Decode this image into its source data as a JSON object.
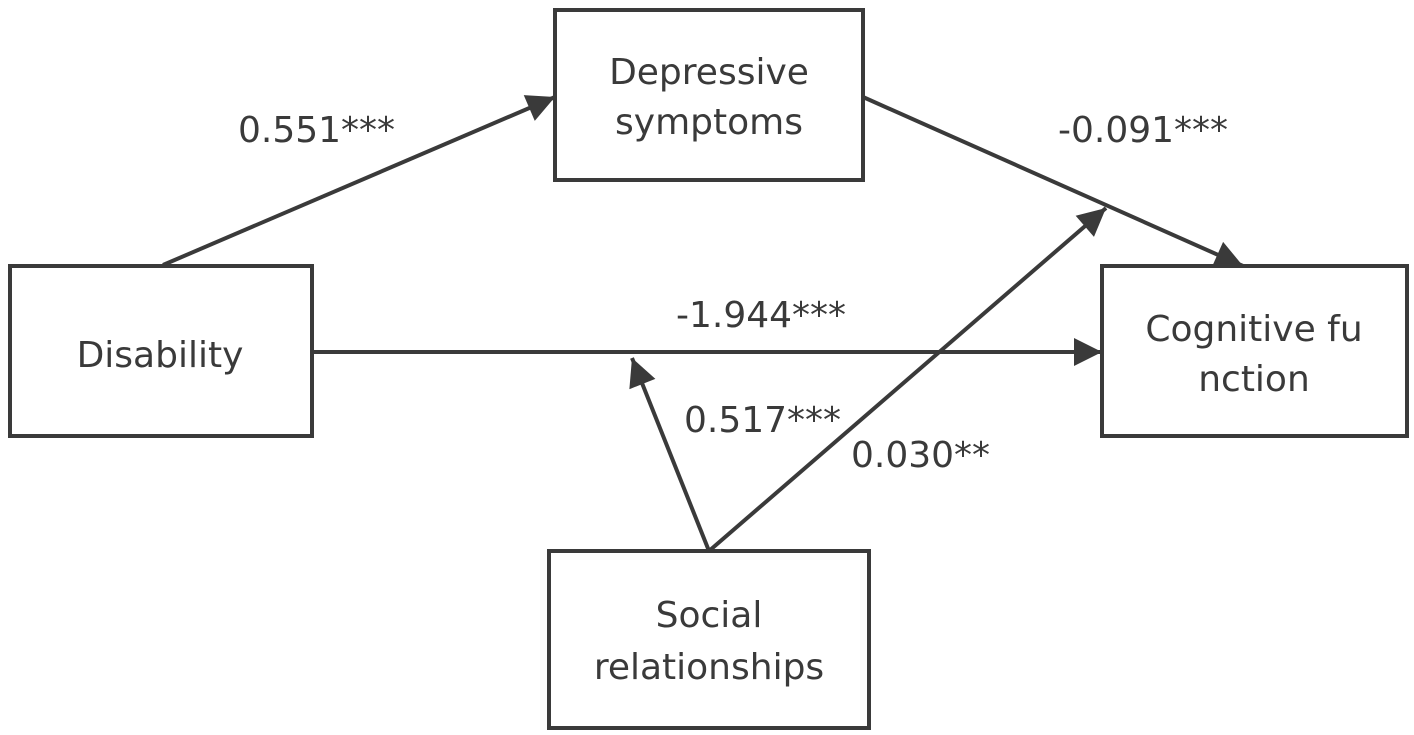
{
  "nodes": {
    "depressive": {
      "lines": [
        "Depressive",
        "symptoms"
      ]
    },
    "disability": {
      "lines": [
        "Disability"
      ]
    },
    "cognitive": {
      "lines": [
        "Cognitive fu",
        "nction"
      ]
    },
    "social": {
      "lines": [
        "Social",
        "relationships"
      ]
    }
  },
  "edges": {
    "disability_to_depressive": {
      "label": "0.551***"
    },
    "depressive_to_cognitive": {
      "label": "-0.091***"
    },
    "disability_to_cognitive": {
      "label": "-1.944***"
    },
    "social_to_direct_path": {
      "label": "0.517***"
    },
    "social_to_mediator_path": {
      "label": "0.030**"
    }
  },
  "colors": {
    "stroke": "#3a3a3a",
    "background": "#ffffff"
  }
}
